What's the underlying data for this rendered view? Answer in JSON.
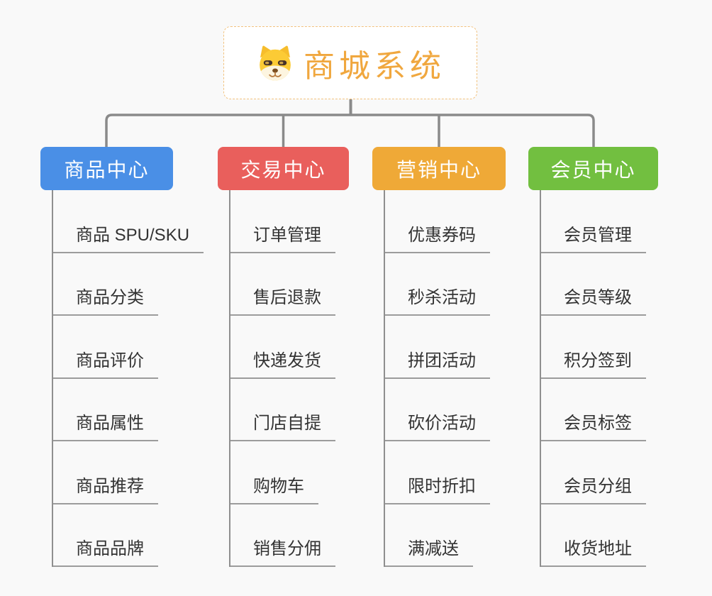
{
  "root": {
    "title": "商城系统",
    "icon": "dog-face-icon"
  },
  "branches": [
    {
      "label": "商品中心",
      "color": "#4a8fe6",
      "children": [
        "商品 SPU/SKU",
        "商品分类",
        "商品评价",
        "商品属性",
        "商品推荐",
        "商品品牌"
      ]
    },
    {
      "label": "交易中心",
      "color": "#e95f5c",
      "children": [
        "订单管理",
        "售后退款",
        "快递发货",
        "门店自提",
        "购物车",
        "销售分佣"
      ]
    },
    {
      "label": "营销中心",
      "color": "#efa937",
      "children": [
        "优惠券码",
        "秒杀活动",
        "拼团活动",
        "砍价活动",
        "限时折扣",
        "满减送"
      ]
    },
    {
      "label": "会员中心",
      "color": "#72bf40",
      "children": [
        "会员管理",
        "会员等级",
        "积分签到",
        "会员标签",
        "会员分组",
        "收货地址"
      ]
    }
  ],
  "palette": {
    "background": "#f9f9f9",
    "connector": "#8a8a8a",
    "underline": "#9c9c9c",
    "root_text": "#f0a73e",
    "root_border": "#f2c27e",
    "leaf_text": "#333333"
  }
}
